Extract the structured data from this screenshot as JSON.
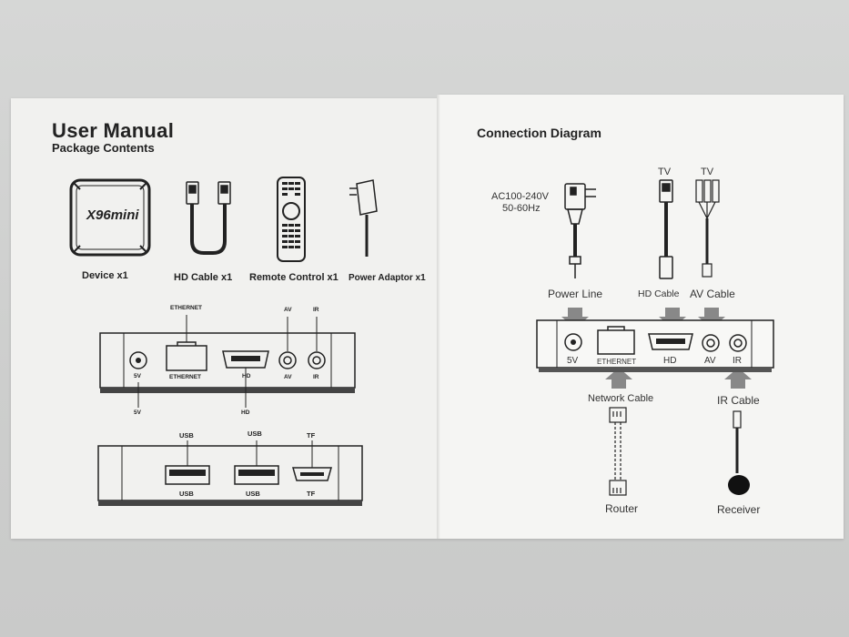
{
  "manual": {
    "title": "User Manual",
    "subtitle": "Package Contents",
    "brand_logo": "X96mini",
    "contents": [
      {
        "label": "Device x1"
      },
      {
        "label": "HD Cable x1"
      },
      {
        "label": "Remote Control x1"
      },
      {
        "label": "Power Adaptor x1"
      }
    ],
    "back_panel": {
      "top_labels": {
        "ethernet": "ETHERNET",
        "av": "AV",
        "ir": "IR"
      },
      "port_labels": {
        "power": "5V",
        "ethernet": "ETHERNET",
        "hd": "HD",
        "av": "AV",
        "ir": "IR"
      },
      "bottom_labels": {
        "power": "5V",
        "hd": "HD"
      }
    },
    "side_panel": {
      "top_labels": {
        "usb1": "USB",
        "usb2": "USB",
        "tf": "TF"
      },
      "port_labels": {
        "usb1": "USB",
        "usb2": "USB",
        "tf": "TF"
      }
    }
  },
  "diagram": {
    "title": "Connection Diagram",
    "power_spec_line1": "AC100-240V",
    "power_spec_line2": "50-60Hz",
    "tv1": "TV",
    "tv2": "TV",
    "cable_labels": {
      "power": "Power Line",
      "hd": "HD Cable",
      "av": "AV Cable"
    },
    "port_labels": {
      "power": "5V",
      "ethernet": "ETHERNET",
      "hd": "HD",
      "av": "AV",
      "ir": "IR"
    },
    "lower_labels": {
      "network": "Network Cable",
      "ir": "IR Cable"
    },
    "endpoints": {
      "router": "Router",
      "receiver": "Receiver"
    }
  }
}
